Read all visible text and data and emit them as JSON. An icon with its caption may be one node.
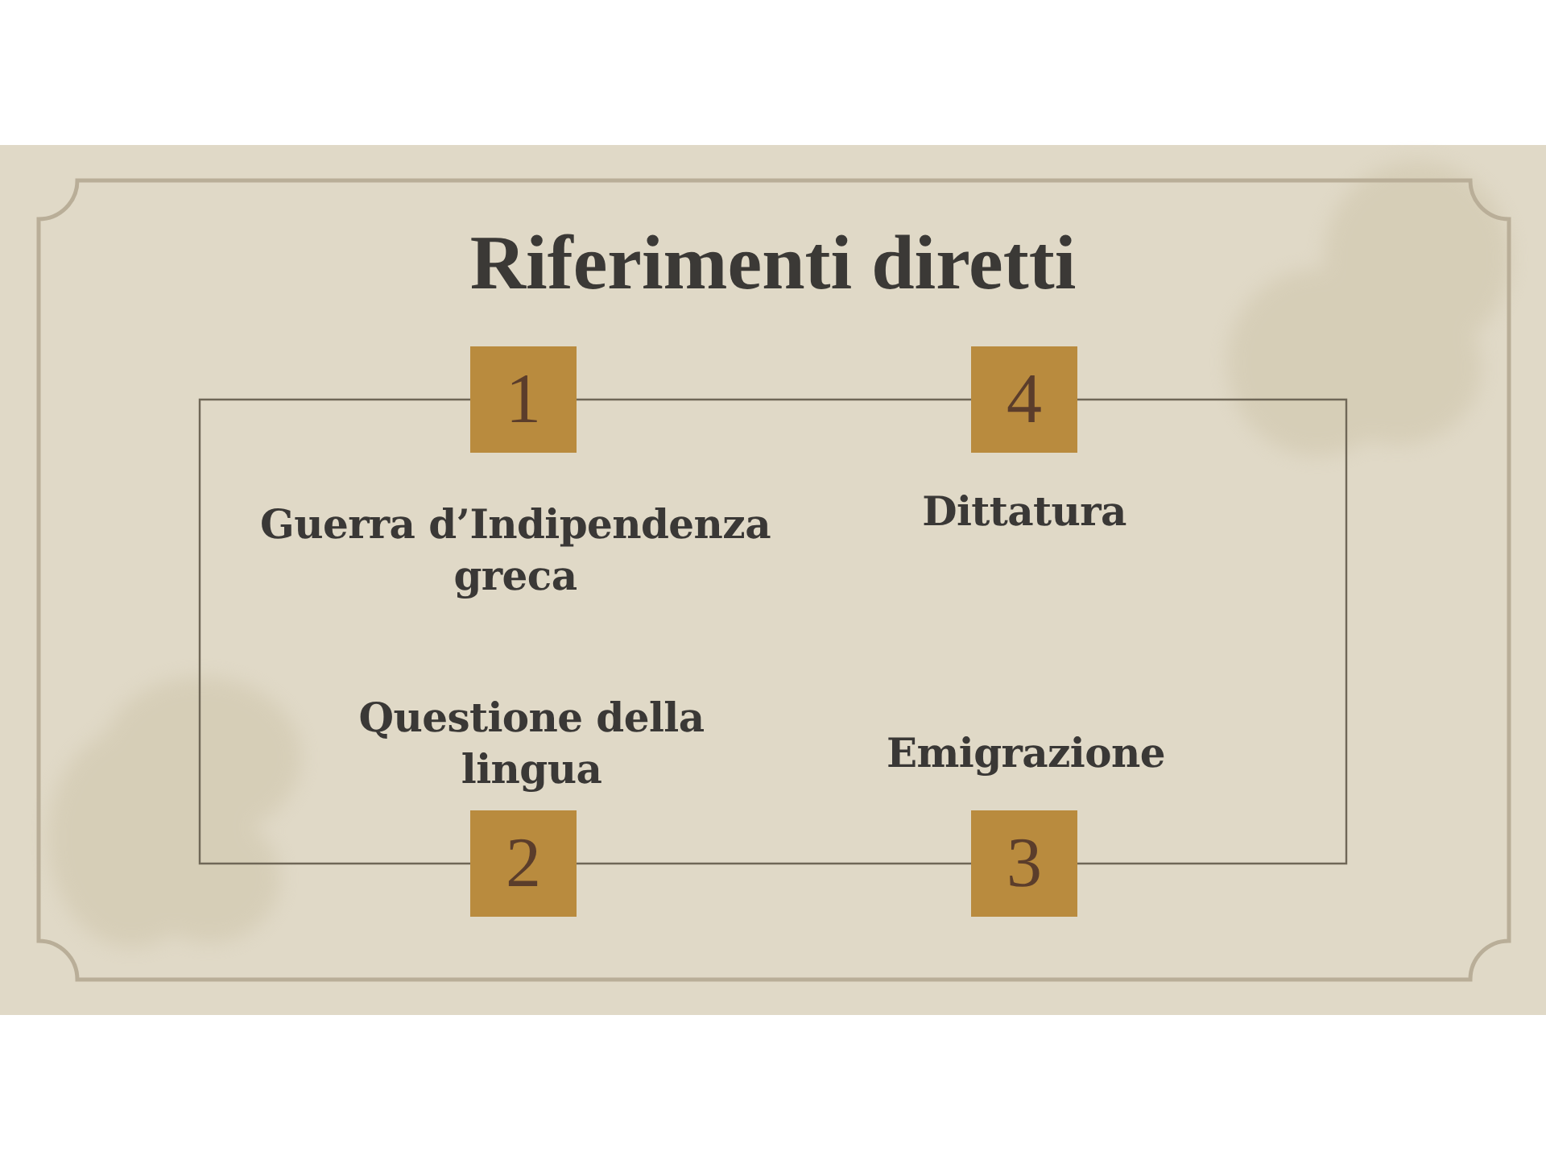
{
  "diagram": {
    "title": "Riferimenti diretti",
    "nodes": [
      {
        "text": [
          "1"
        ],
        "beside": [
          "Guerra d’Indipendenza greca"
        ]
      },
      {
        "text": [
          "4"
        ],
        "beside": [
          "Dittatura"
        ]
      },
      {
        "text": [
          "2"
        ],
        "beside": [
          "Questione della lingua"
        ]
      },
      {
        "text": [
          "3"
        ],
        "beside": [
          "Emigrazione"
        ]
      }
    ],
    "edges": [
      {
        "from": 0,
        "to": 1,
        "arrow": "none"
      },
      {
        "from": 1,
        "to": 3,
        "arrow": "none"
      },
      {
        "from": 3,
        "to": 2,
        "arrow": "none"
      },
      {
        "from": 2,
        "to": 0,
        "arrow": "none"
      }
    ]
  }
}
